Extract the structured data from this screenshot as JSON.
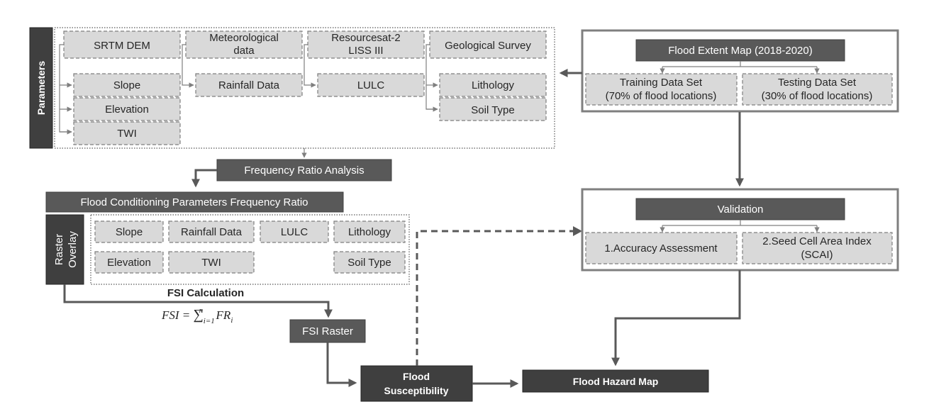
{
  "parameters": {
    "side_label": "Parameters",
    "sources": [
      {
        "line1": "SRTM DEM",
        "line2": ""
      },
      {
        "line1": "Meteorological",
        "line2": "data"
      },
      {
        "line1": "Resourcesat-2",
        "line2": "LISS III"
      },
      {
        "line1": "Geological Survey",
        "line2": ""
      }
    ],
    "derived": [
      "Slope",
      "Elevation",
      "TWI",
      "Rainfall Data",
      "LULC",
      "Lithology",
      "Soil Type"
    ]
  },
  "flood_extent": {
    "title": "Flood Extent Map (2018-2020)",
    "training": {
      "line1": "Training Data Set",
      "line2": "(70% of flood locations)"
    },
    "testing": {
      "line1": "Testing Data Set",
      "line2": "(30% of flood locations)"
    }
  },
  "frequency_ratio_analysis": "Frequency Ratio Analysis",
  "fc_params_fr": "Flood Conditioning Parameters Frequency Ratio",
  "raster_overlay": {
    "line1": "Raster",
    "line2": "Overlay"
  },
  "overlay_items": [
    "Slope",
    "Rainfall Data",
    "LULC",
    "Lithology",
    "Elevation",
    "TWI",
    "Soil Type"
  ],
  "fsi_calculation": "FSI Calculation",
  "formula": {
    "lhs": "FSI = ",
    "sum": "∑",
    "sub": "i=1",
    "sup": "n",
    "term": " FR",
    "term_sub": "i"
  },
  "fsi_raster": "FSI Raster",
  "flood_susceptibility": {
    "line1": "Flood",
    "line2": "Susceptibility"
  },
  "flood_hazard_map": "Flood Hazard Map",
  "validation": {
    "title": "Validation",
    "item1": "1.Accuracy Assessment",
    "item2": {
      "line1": "2.Seed Cell Area Index",
      "line2": "(SCAI)"
    }
  }
}
